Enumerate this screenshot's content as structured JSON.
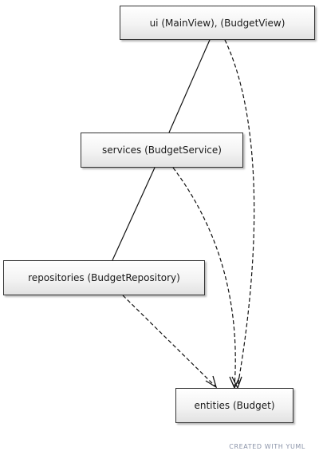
{
  "diagram": {
    "nodes": [
      {
        "id": "ui",
        "label": "ui (MainView), (BudgetView)"
      },
      {
        "id": "services",
        "label": "services (BudgetService)"
      },
      {
        "id": "repositories",
        "label": "repositories (BudgetRepository)"
      },
      {
        "id": "entities",
        "label": "entities (Budget)"
      }
    ],
    "edges": [
      {
        "from": "ui",
        "to": "services",
        "style": "solid",
        "arrow": "none"
      },
      {
        "from": "services",
        "to": "repositories",
        "style": "solid",
        "arrow": "none"
      },
      {
        "from": "ui",
        "to": "entities",
        "style": "dashed",
        "arrow": "open"
      },
      {
        "from": "services",
        "to": "entities",
        "style": "dashed",
        "arrow": "open"
      },
      {
        "from": "repositories",
        "to": "entities",
        "style": "dashed",
        "arrow": "open"
      }
    ],
    "colors": {
      "node_border": "#333333",
      "edge": "#111111",
      "watermark": "#8a93a8"
    }
  },
  "watermark": "CREATED WITH YUML"
}
